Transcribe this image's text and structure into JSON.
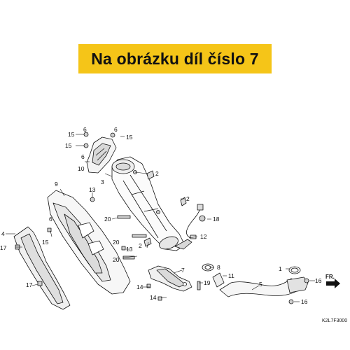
{
  "banner": {
    "text": "Na obrázku díl číslo 7",
    "bg_color": "#f5c518"
  },
  "drawing_code": "K2L7F3000",
  "direction_label": "FR.",
  "callouts": {
    "c15a": "15",
    "c6a": "6",
    "c15b": "15",
    "c6b": "6",
    "c6c": "6",
    "c15c": "15",
    "c10": "10",
    "c2a": "2",
    "c3": "3",
    "c9": "9",
    "c13a": "13",
    "c20a": "20",
    "c2b": "2",
    "c18": "18",
    "c6d": "6",
    "c4": "4",
    "c15d": "15",
    "c17a": "17",
    "c2c": "2",
    "c13b": "13",
    "c20b": "20",
    "c12": "12",
    "c20c": "20",
    "c7": "7",
    "c8": "8",
    "c11": "11",
    "c1": "1",
    "c16a": "16",
    "c5": "5",
    "c14a": "14",
    "c19": "19",
    "c17b": "17",
    "c14b": "14",
    "c16b": "16"
  }
}
